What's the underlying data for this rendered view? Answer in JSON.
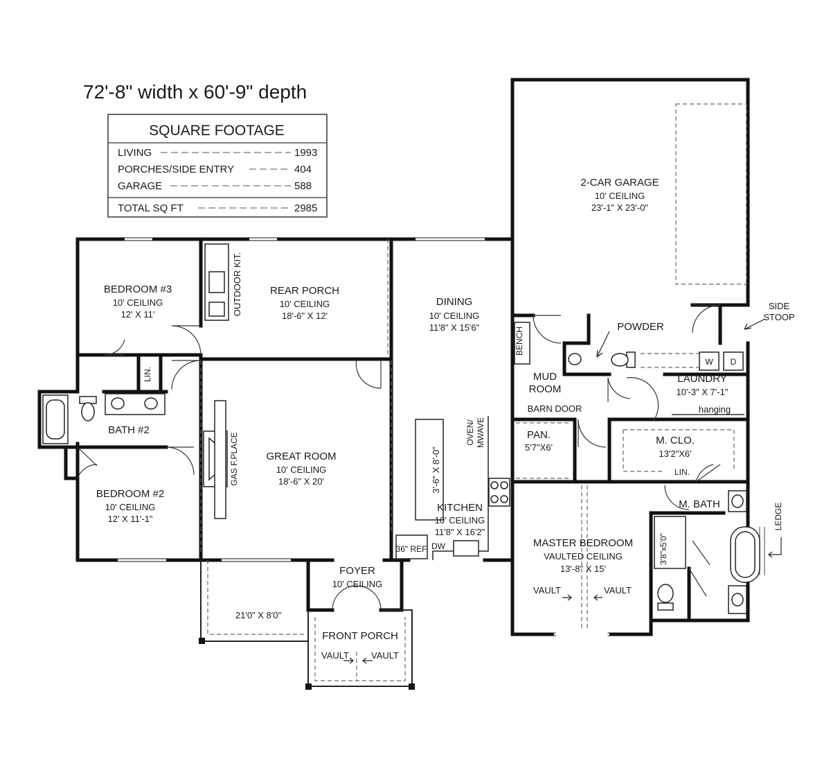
{
  "dimensions": "72'-8\" width x 60'-9\" depth",
  "square_footage": {
    "heading": "SQUARE FOOTAGE",
    "rows": [
      {
        "label": "LIVING",
        "value": "1993"
      },
      {
        "label": "PORCHES/SIDE ENTRY",
        "value": "404"
      },
      {
        "label": "GARAGE",
        "value": "588"
      }
    ],
    "total": {
      "label": "TOTAL SQ FT",
      "value": "2985"
    }
  },
  "rooms": {
    "garage": {
      "name": "2-CAR GARAGE",
      "ceiling": "10' CEILING",
      "size": "23'-1\" X 23'-0\""
    },
    "bedroom3": {
      "name": "BEDROOM #3",
      "ceiling": "10' CEILING",
      "size": "12' X 11'"
    },
    "rear_porch": {
      "name": "REAR PORCH",
      "ceiling": "10' CEILING",
      "size": "18'-6\" X 12'"
    },
    "outdoor_kit": {
      "name": "OUTDOOR KIT."
    },
    "dining": {
      "name": "DINING",
      "ceiling": "10' CEILING",
      "size": "11'8\" X 15'6\""
    },
    "bench": {
      "name": "BENCH"
    },
    "powder": {
      "name": "POWDER"
    },
    "side_stoop": {
      "line1": "SIDE",
      "line2": "STOOP"
    },
    "mud_room": {
      "line1": "MUD",
      "line2": "ROOM"
    },
    "laundry": {
      "name": "LAUNDRY",
      "size": "10'-3\" X 7'-1\"",
      "hanging": "hanging",
      "washer": "W",
      "dryer": "D"
    },
    "barn_door": {
      "name": "BARN DOOR"
    },
    "linen_hall": {
      "name": "LIN."
    },
    "bath2": {
      "name": "BATH #2"
    },
    "great_room": {
      "name": "GREAT ROOM",
      "ceiling": "10' CEILING",
      "size": "18'-6\" X 20'"
    },
    "gas_fireplace": {
      "name": "GAS F.PLACE"
    },
    "island": {
      "size": "3'-6\" X 8'-0\""
    },
    "oven": {
      "line1": "OVEN/",
      "line2": "MWAVE"
    },
    "pantry": {
      "name": "PAN.",
      "size": "5'7\"X6'"
    },
    "master_closet": {
      "name": "M. CLO.",
      "size": "13'2\"X6'"
    },
    "linen_master": {
      "name": "LIN."
    },
    "master_bath": {
      "name": "M. BATH"
    },
    "ledge": {
      "name": "LEDGE"
    },
    "bedroom2": {
      "name": "BEDROOM #2",
      "ceiling": "10' CEILING",
      "size": "12' X 11'-1\""
    },
    "kitchen": {
      "name": "KITCHEN",
      "ceiling": "10' CEILING",
      "size": "11'8\" X 16'2\""
    },
    "refrigerator": {
      "name": "36\" REF"
    },
    "dishwasher": {
      "name": "DW"
    },
    "master_bedroom": {
      "name": "MASTER BEDROOM",
      "ceiling": "VAULTED CEILING",
      "size": "13'-8\" X 15'",
      "vault_left": "VAULT",
      "vault_right": "VAULT"
    },
    "shower": {
      "size": "3'8\"x5'0\""
    },
    "foyer": {
      "name": "FOYER",
      "ceiling": "10' CEILING"
    },
    "side_porch": {
      "size": "21'0\" X 8'0\""
    },
    "front_porch": {
      "name": "FRONT PORCH",
      "vault_left": "VAULT",
      "vault_right": "VAULT"
    }
  }
}
